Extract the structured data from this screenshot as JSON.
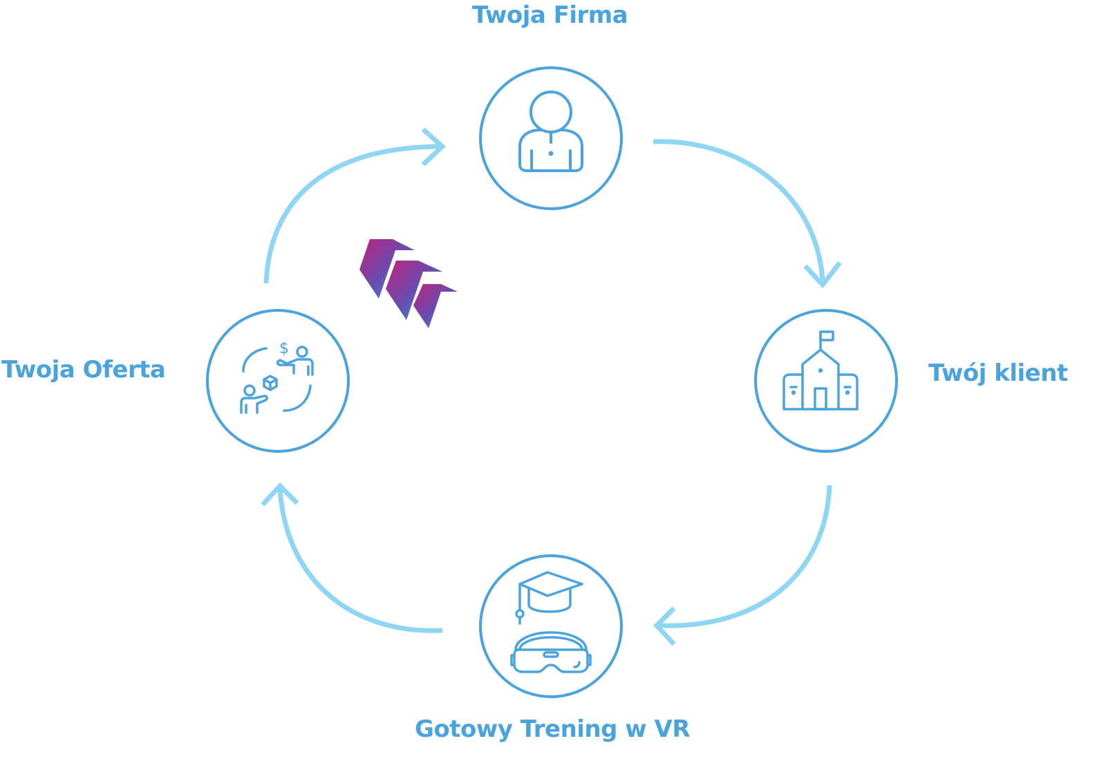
{
  "diagram": {
    "type": "cycle",
    "colors": {
      "node_stroke": "#4aa3dc",
      "arrow_stroke": "#8fd6f2",
      "label_text": "#4aa3dc",
      "logo_gradient": [
        "#b5257a",
        "#6a4bb0",
        "#2aa7e0"
      ]
    },
    "nodes": [
      {
        "id": "firma",
        "label": "Twoja Firma",
        "icon": "person-icon"
      },
      {
        "id": "klient",
        "label": "Twój klient",
        "icon": "school-building-icon"
      },
      {
        "id": "vr",
        "label": "Gotowy Trening w VR",
        "icon": "graduation-cap-vr-headset-icon"
      },
      {
        "id": "oferta",
        "label": "Twoja Oferta",
        "icon": "exchange-people-icon"
      }
    ],
    "edges": [
      {
        "from": "firma",
        "to": "klient"
      },
      {
        "from": "klient",
        "to": "vr"
      },
      {
        "from": "vr",
        "to": "oferta"
      },
      {
        "from": "oferta",
        "to": "firma"
      }
    ],
    "logo": "brand-chevron-logo"
  }
}
